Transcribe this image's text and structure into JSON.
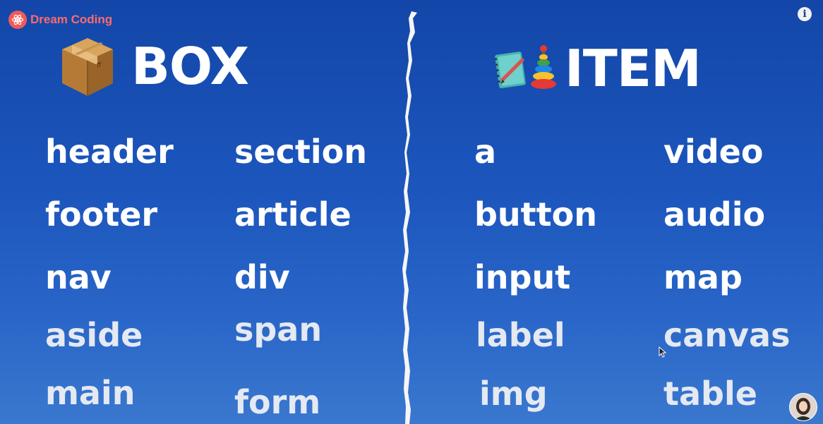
{
  "channel": {
    "name": "Dream Coding",
    "icon": "atom-icon",
    "color": "#ff6b6b"
  },
  "info": {
    "label": "i"
  },
  "box": {
    "heading": "BOX",
    "icon": "cardboard-box-icon",
    "column1": [
      "header",
      "footer",
      "nav",
      "aside",
      "main"
    ],
    "column2": [
      "section",
      "article",
      "div",
      "span",
      "form"
    ]
  },
  "item": {
    "heading": "ITEM",
    "icons": [
      "notebook-pencil-icon",
      "stacking-ring-toy-icon"
    ],
    "column1": [
      "a",
      "button",
      "input",
      "label",
      "img"
    ],
    "column2": [
      "video",
      "audio",
      "map",
      "canvas",
      "table"
    ]
  },
  "colors": {
    "background": "#1c56bd",
    "text": "#ffffff"
  }
}
